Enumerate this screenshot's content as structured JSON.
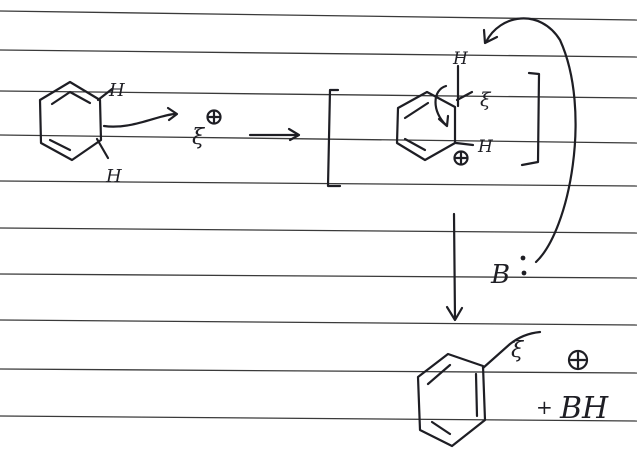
{
  "colors": {
    "ink": "#1e1e24",
    "paper": "#ffffff",
    "rule": "#3a3a3a"
  },
  "reactant": {
    "h_top": "H",
    "h_bottom": "H"
  },
  "electrophile": {
    "symbol": "ξ"
  },
  "intermediate": {
    "h_top": "H",
    "e": "ξ",
    "h_right": "H"
  },
  "base": {
    "symbol": "B",
    "lone_pair": ":"
  },
  "product": {
    "e": "ξ",
    "plus": "+",
    "conj_acid": "BH"
  }
}
